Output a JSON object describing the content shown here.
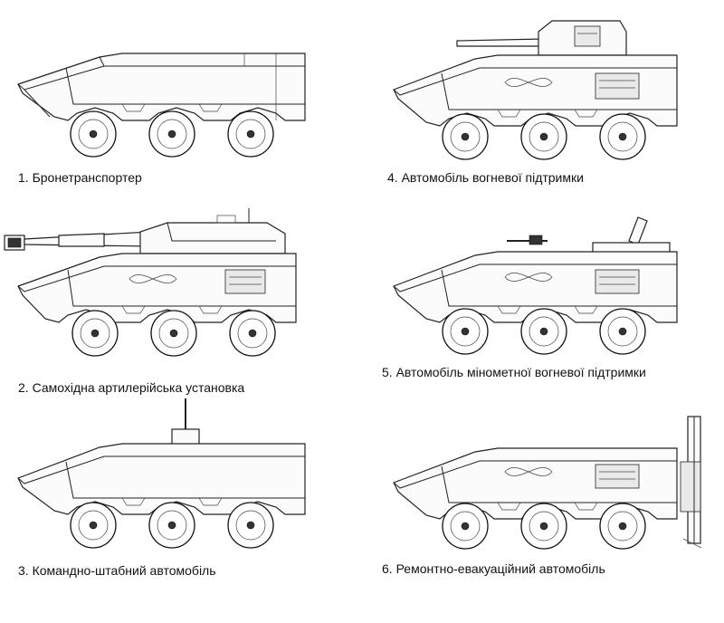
{
  "captions": [
    "1. Бронетранспортер",
    "2. Самохідна артилерійська установка",
    "3. Командно-штабний автомобіль",
    "4. Автомобіль вогневої підтримки",
    "5. Автомобіль мінометної вогневої підтримки",
    "6. Ремонтно-евакуаційний автомобіль"
  ],
  "colors": {
    "line": "#222222",
    "background": "#ffffff"
  }
}
